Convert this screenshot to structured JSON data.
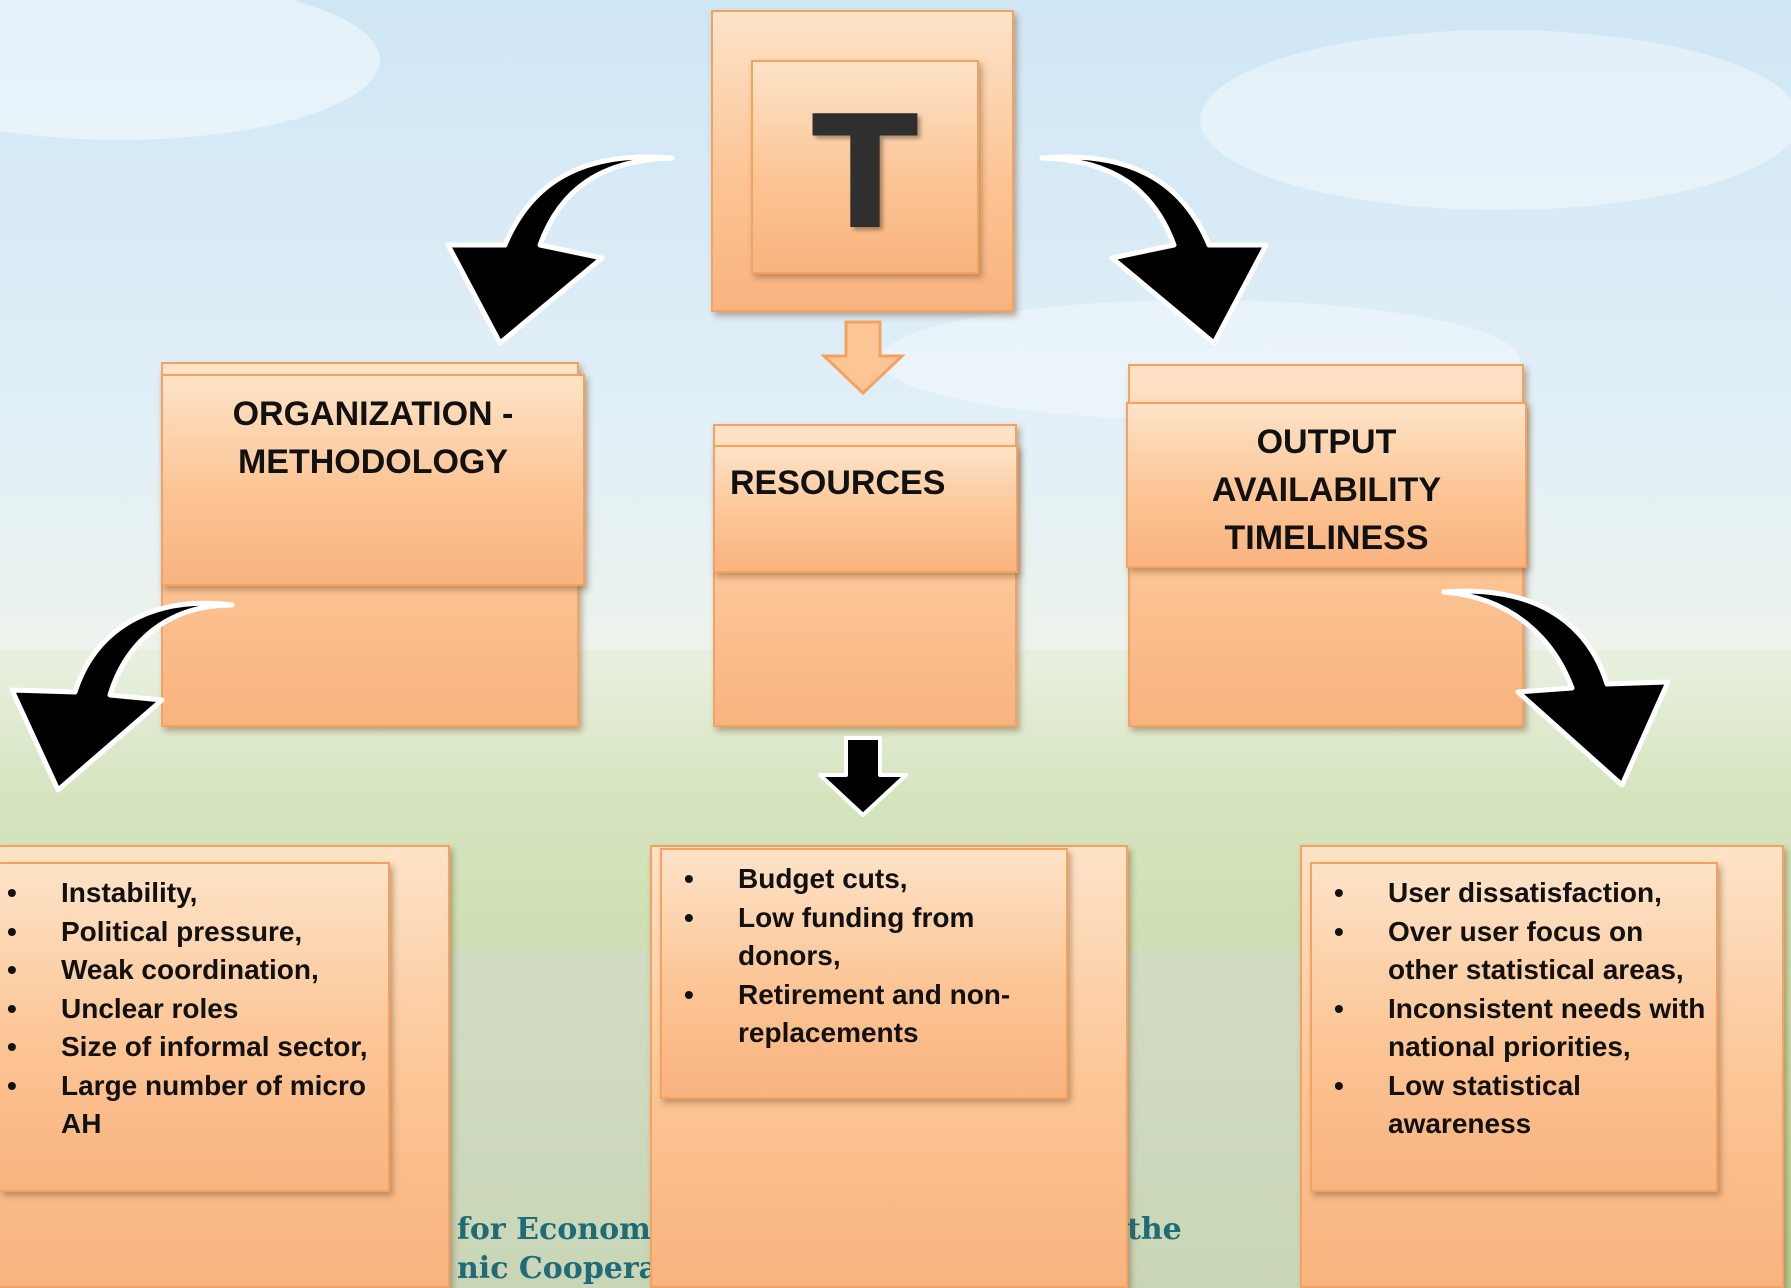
{
  "center": {
    "letter": "T"
  },
  "categories": [
    {
      "title_lines": [
        "ORGANIZATION -",
        "METHODOLOGY"
      ]
    },
    {
      "title_lines": [
        "RESOURCES"
      ]
    },
    {
      "title_lines": [
        "OUTPUT",
        "AVAILABILITY",
        "TIMELINESS"
      ]
    }
  ],
  "issues": {
    "organization": [
      "Instability,",
      "Political pressure,",
      "Weak coordination,",
      "Unclear roles",
      "Size of informal sector,",
      "Large number of micro AH"
    ],
    "resources": [
      "Budget cuts,",
      "Low funding from donors,",
      "Retirement and non-replacements"
    ],
    "output": [
      "User dissatisfaction,",
      "Over user focus on other statistical areas,",
      "Inconsistent needs with national priorities,",
      "Low statistical awareness"
    ]
  },
  "background_text": {
    "line1_a": "for Economic",
    "line1_b": "the",
    "line2": "nic Cooperatio"
  },
  "colors": {
    "box_fill": "#fcc595",
    "box_border": "#f4a261",
    "arrow": "#000000",
    "teal_text": "#1f6b78"
  }
}
